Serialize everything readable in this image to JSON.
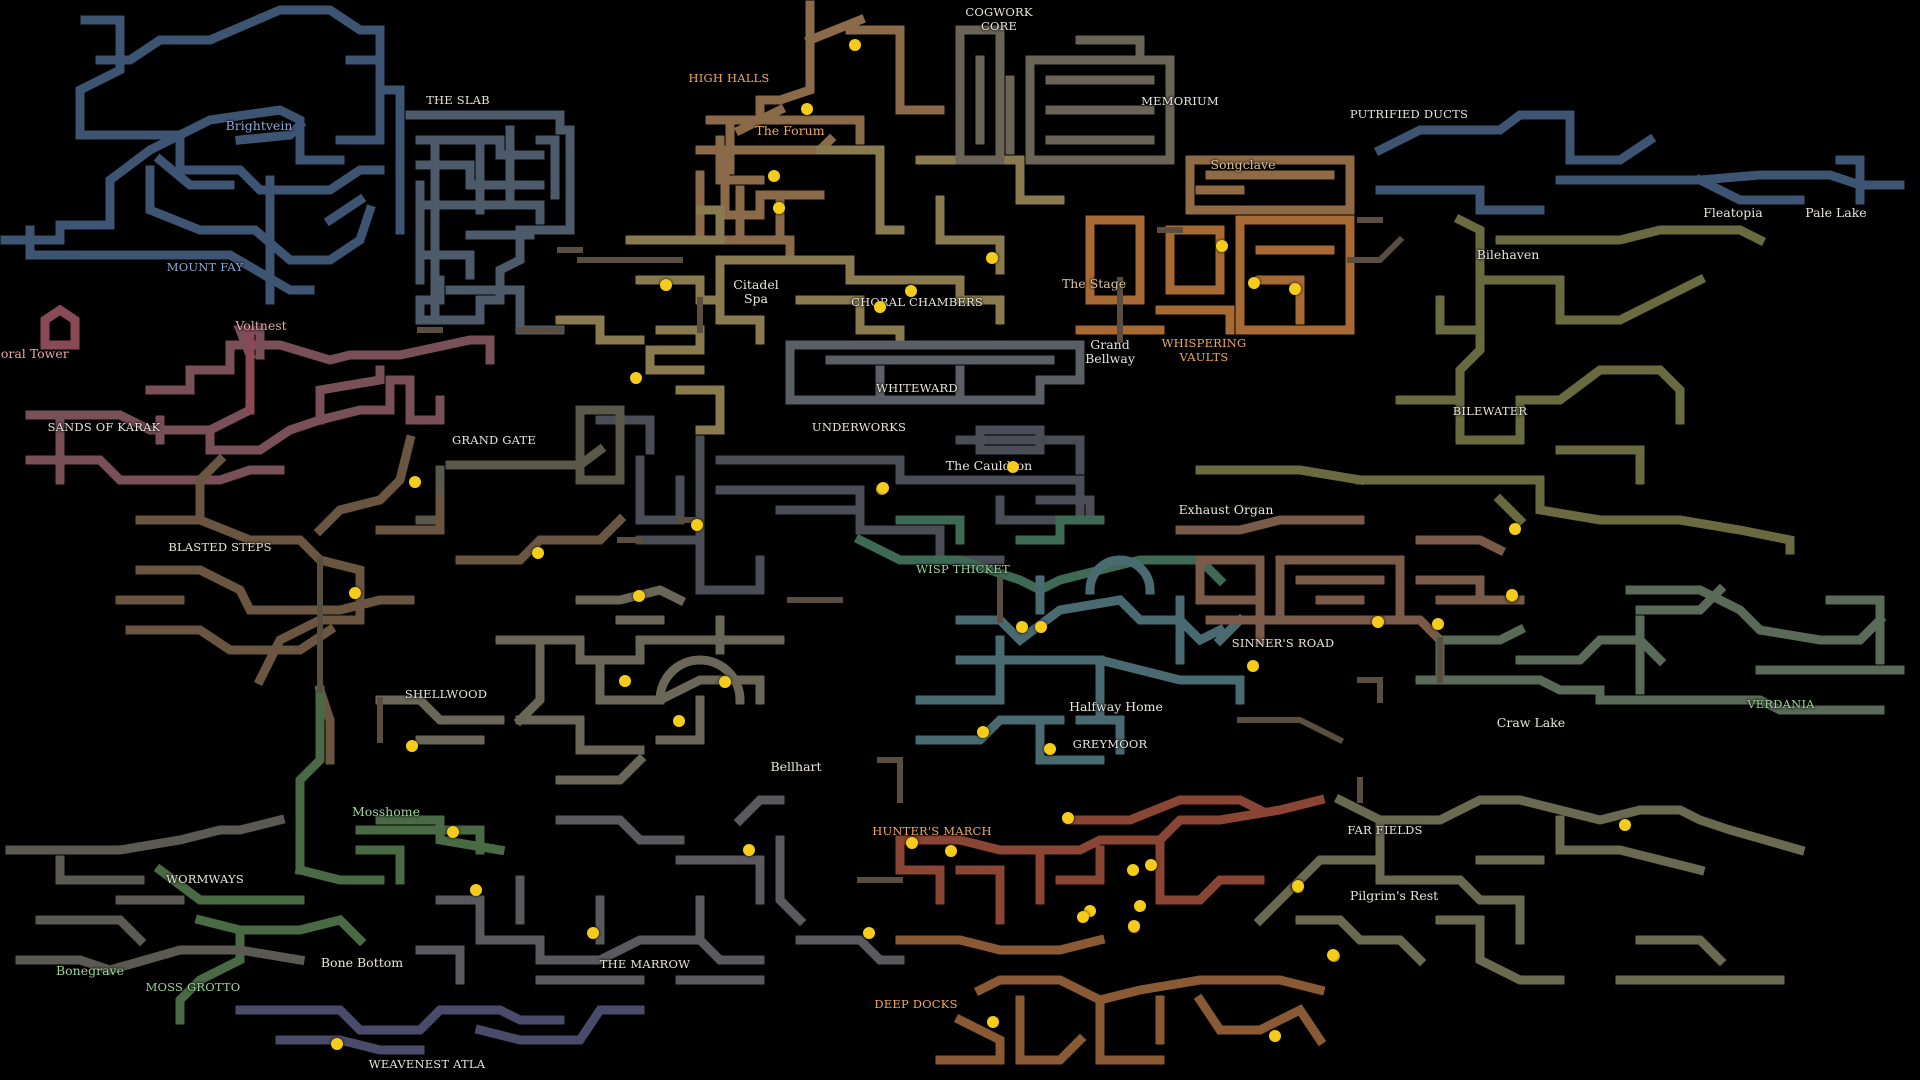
{
  "colors": {
    "background": "#000000",
    "pin": "#f6cc1b",
    "label_white": "#e8e4dc",
    "label_blue": "#8fa9d6",
    "label_pink": "#e7a8a8",
    "label_green": "#9cd49a",
    "label_orange": "#f0a860",
    "label_tan": "#d9c29c",
    "mount_fay": "#3d5473",
    "the_slab": "#4d5a6a",
    "coral": "#8a4a55",
    "sands": "#7a5058",
    "high_halls": "#8a6a48",
    "choral": "#8a7a4f",
    "songclave": "#8f6a45",
    "whispering": "#a86a35",
    "whiteward": "#5a5f66",
    "underworks": "#4a4d55",
    "blasted": "#6a5540",
    "shellwood": "#6a6658",
    "wisp": "#3e6a55",
    "greymoor": "#4a6a72",
    "sinners": "#7a5a48",
    "bilewater": "#6a6a40",
    "verdania": "#5a6a58",
    "hunters": "#8a4535",
    "far_fields": "#6a6a50",
    "deep_docks": "#8a5a35",
    "moss": "#4a6a45",
    "wormways": "#5a5a52",
    "marrow": "#5a5a5e",
    "weavenest": "#4a4a6a"
  },
  "map": {
    "labels": [
      {
        "name": "label-mount-fay",
        "text": "MOUNT FAY",
        "color": "label_blue",
        "kind": "area"
      },
      {
        "name": "label-brightvein",
        "text": "Brightvein",
        "color": "label_blue",
        "kind": "sub"
      },
      {
        "name": "label-the-slab",
        "text": "THE SLAB",
        "color": "label_white",
        "kind": "area"
      },
      {
        "name": "label-cogwork-core",
        "text": "COGWORK\nCORE",
        "color": "label_white",
        "kind": "area"
      },
      {
        "name": "label-high-halls",
        "text": "HIGH HALLS",
        "color": "label_orange",
        "kind": "area"
      },
      {
        "name": "label-the-forum",
        "text": "The Forum",
        "color": "label_orange",
        "kind": "sub"
      },
      {
        "name": "label-memorium",
        "text": "MEMORIUM",
        "color": "label_white",
        "kind": "area"
      },
      {
        "name": "label-putrified-ducts",
        "text": "PUTRIFIED DUCTS",
        "color": "label_white",
        "kind": "area"
      },
      {
        "name": "label-songclave",
        "text": "Songclave",
        "color": "label_tan",
        "kind": "sub"
      },
      {
        "name": "label-fleatopia",
        "text": "Fleatopia",
        "color": "label_white",
        "kind": "sub"
      },
      {
        "name": "label-pale-lake",
        "text": "Pale Lake",
        "color": "label_white",
        "kind": "sub"
      },
      {
        "name": "label-bilehaven",
        "text": "Bilehaven",
        "color": "label_white",
        "kind": "sub"
      },
      {
        "name": "label-citadel-spa",
        "text": "Citadel\nSpa",
        "color": "label_white",
        "kind": "sub"
      },
      {
        "name": "label-choral-chambers",
        "text": "CHORAL CHAMBERS",
        "color": "label_white",
        "kind": "area"
      },
      {
        "name": "label-the-stage",
        "text": "The Stage",
        "color": "label_tan",
        "kind": "sub"
      },
      {
        "name": "label-grand-bellway",
        "text": "Grand\nBellway",
        "color": "label_white",
        "kind": "sub"
      },
      {
        "name": "label-whispering-vaults",
        "text": "WHISPERING\nVAULTS",
        "color": "label_orange",
        "kind": "area"
      },
      {
        "name": "label-coral-tower",
        "text": "Coral Tower",
        "color": "label_pink",
        "kind": "sub"
      },
      {
        "name": "label-voltnest",
        "text": "Voltnest",
        "color": "label_pink",
        "kind": "sub"
      },
      {
        "name": "label-sands-of-karak",
        "text": "SANDS OF KARAK",
        "color": "label_white",
        "kind": "area"
      },
      {
        "name": "label-whiteward",
        "text": "WHITEWARD",
        "color": "label_white",
        "kind": "area"
      },
      {
        "name": "label-bilewater",
        "text": "BILEWATER",
        "color": "label_white",
        "kind": "area"
      },
      {
        "name": "label-underworks",
        "text": "UNDERWORKS",
        "color": "label_white",
        "kind": "area"
      },
      {
        "name": "label-grand-gate",
        "text": "GRAND GATE",
        "color": "label_white",
        "kind": "area"
      },
      {
        "name": "label-the-cauldron",
        "text": "The Cauldron",
        "color": "label_white",
        "kind": "sub"
      },
      {
        "name": "label-exhaust-organ",
        "text": "Exhaust Organ",
        "color": "label_white",
        "kind": "sub"
      },
      {
        "name": "label-blasted-steps",
        "text": "BLASTED STEPS",
        "color": "label_white",
        "kind": "area"
      },
      {
        "name": "label-wisp-thicket",
        "text": "WISP THICKET",
        "color": "label_green",
        "kind": "area"
      },
      {
        "name": "label-sinners-road",
        "text": "SINNER'S ROAD",
        "color": "label_white",
        "kind": "area"
      },
      {
        "name": "label-shellwood",
        "text": "SHELLWOOD",
        "color": "label_white",
        "kind": "area"
      },
      {
        "name": "label-halfway-home",
        "text": "Halfway Home",
        "color": "label_white",
        "kind": "sub"
      },
      {
        "name": "label-verdania",
        "text": "VERDANIA",
        "color": "label_green",
        "kind": "area"
      },
      {
        "name": "label-craw-lake",
        "text": "Craw Lake",
        "color": "label_white",
        "kind": "sub"
      },
      {
        "name": "label-greymoor",
        "text": "GREYMOOR",
        "color": "label_white",
        "kind": "area"
      },
      {
        "name": "label-bellhart",
        "text": "Bellhart",
        "color": "label_white",
        "kind": "sub"
      },
      {
        "name": "label-mosshome",
        "text": "Mosshome",
        "color": "label_green",
        "kind": "sub"
      },
      {
        "name": "label-hunters-march",
        "text": "HUNTER'S MARCH",
        "color": "label_orange",
        "kind": "area"
      },
      {
        "name": "label-far-fields",
        "text": "FAR FIELDS",
        "color": "label_white",
        "kind": "area"
      },
      {
        "name": "label-wormways",
        "text": "WORMWAYS",
        "color": "label_white",
        "kind": "area"
      },
      {
        "name": "label-pilgrims-rest",
        "text": "Pilgrim's Rest",
        "color": "label_white",
        "kind": "sub"
      },
      {
        "name": "label-bonegrave",
        "text": "Bonegrave",
        "color": "label_green",
        "kind": "sub"
      },
      {
        "name": "label-bone-bottom",
        "text": "Bone Bottom",
        "color": "label_white",
        "kind": "sub"
      },
      {
        "name": "label-the-marrow",
        "text": "THE MARROW",
        "color": "label_white",
        "kind": "area"
      },
      {
        "name": "label-moss-grotto",
        "text": "MOSS GROTTO",
        "color": "label_green",
        "kind": "area"
      },
      {
        "name": "label-deep-docks",
        "text": "DEEP DOCKS",
        "color": "label_orange",
        "kind": "area"
      },
      {
        "name": "label-weavenest-atla",
        "text": "WEAVENEST ATLA",
        "color": "label_white",
        "kind": "area"
      }
    ],
    "pins_count": 58
  }
}
